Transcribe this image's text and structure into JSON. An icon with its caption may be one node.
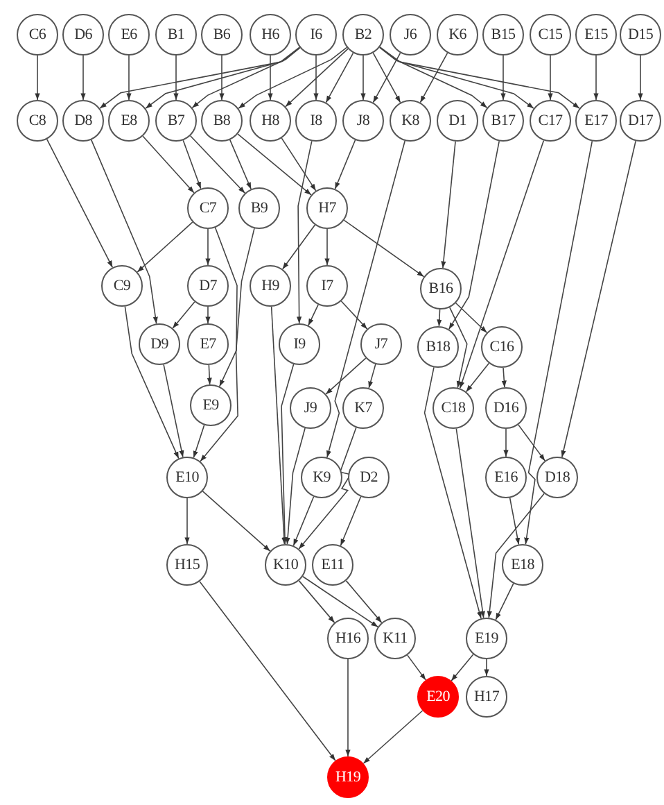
{
  "diagram": {
    "nodes": [
      {
        "text": [
          "C6"
        ]
      },
      {
        "text": [
          "D6"
        ]
      },
      {
        "text": [
          "E6"
        ]
      },
      {
        "text": [
          "B1"
        ]
      },
      {
        "text": [
          "B6"
        ]
      },
      {
        "text": [
          "H6"
        ]
      },
      {
        "text": [
          "I6"
        ]
      },
      {
        "text": [
          "B2"
        ]
      },
      {
        "text": [
          "J6"
        ]
      },
      {
        "text": [
          "K6"
        ]
      },
      {
        "text": [
          "B15"
        ]
      },
      {
        "text": [
          "C15"
        ]
      },
      {
        "text": [
          "E15"
        ]
      },
      {
        "text": [
          "D15"
        ]
      },
      {
        "text": [
          "C8"
        ]
      },
      {
        "text": [
          "D8"
        ]
      },
      {
        "text": [
          "E8"
        ]
      },
      {
        "text": [
          "B7"
        ]
      },
      {
        "text": [
          "B8"
        ]
      },
      {
        "text": [
          "H8"
        ]
      },
      {
        "text": [
          "I8"
        ]
      },
      {
        "text": [
          "J8"
        ]
      },
      {
        "text": [
          "K8"
        ]
      },
      {
        "text": [
          "D1"
        ]
      },
      {
        "text": [
          "B17"
        ]
      },
      {
        "text": [
          "C17"
        ]
      },
      {
        "text": [
          "E17"
        ]
      },
      {
        "text": [
          "D17"
        ]
      },
      {
        "text": [
          "C7"
        ]
      },
      {
        "text": [
          "B9"
        ]
      },
      {
        "text": [
          "H7"
        ]
      },
      {
        "text": [
          "C9"
        ]
      },
      {
        "text": [
          "D7"
        ]
      },
      {
        "text": [
          "H9"
        ]
      },
      {
        "text": [
          "I7"
        ]
      },
      {
        "text": [
          "B16"
        ]
      },
      {
        "text": [
          "D9"
        ]
      },
      {
        "text": [
          "E7"
        ]
      },
      {
        "text": [
          "I9"
        ]
      },
      {
        "text": [
          "J7"
        ]
      },
      {
        "text": [
          "B18"
        ]
      },
      {
        "text": [
          "C16"
        ]
      },
      {
        "text": [
          "E9"
        ]
      },
      {
        "text": [
          "J9"
        ]
      },
      {
        "text": [
          "K7"
        ]
      },
      {
        "text": [
          "C18"
        ]
      },
      {
        "text": [
          "D16"
        ]
      },
      {
        "text": [
          "E10"
        ]
      },
      {
        "text": [
          "K9"
        ]
      },
      {
        "text": [
          "D2"
        ]
      },
      {
        "text": [
          "E16"
        ]
      },
      {
        "text": [
          "D18"
        ]
      },
      {
        "text": [
          "H15"
        ]
      },
      {
        "text": [
          "K10"
        ]
      },
      {
        "text": [
          "E11"
        ]
      },
      {
        "text": [
          "E18"
        ]
      },
      {
        "text": [
          "H16"
        ]
      },
      {
        "text": [
          "K11"
        ]
      },
      {
        "text": [
          "E19"
        ]
      },
      {
        "text": [
          "E20"
        ]
      },
      {
        "text": [
          "H17"
        ]
      },
      {
        "text": [
          "H19"
        ]
      }
    ],
    "edges": [
      {
        "from": 0,
        "to": 14,
        "arrow": "to"
      },
      {
        "from": 1,
        "to": 15,
        "arrow": "to"
      },
      {
        "from": 2,
        "to": 16,
        "arrow": "to"
      },
      {
        "from": 3,
        "to": 17,
        "arrow": "to"
      },
      {
        "from": 4,
        "to": 18,
        "arrow": "to"
      },
      {
        "from": 5,
        "to": 19,
        "arrow": "to"
      },
      {
        "from": 6,
        "to": 15,
        "arrow": "to"
      },
      {
        "from": 6,
        "to": 16,
        "arrow": "to"
      },
      {
        "from": 6,
        "to": 17,
        "arrow": "to"
      },
      {
        "from": 6,
        "to": 20,
        "arrow": "to"
      },
      {
        "from": 7,
        "to": 18,
        "arrow": "to"
      },
      {
        "from": 7,
        "to": 19,
        "arrow": "to"
      },
      {
        "from": 7,
        "to": 20,
        "arrow": "to"
      },
      {
        "from": 7,
        "to": 21,
        "arrow": "to"
      },
      {
        "from": 7,
        "to": 22,
        "arrow": "to"
      },
      {
        "from": 7,
        "to": 24,
        "arrow": "to"
      },
      {
        "from": 7,
        "to": 25,
        "arrow": "to"
      },
      {
        "from": 7,
        "to": 26,
        "arrow": "to"
      },
      {
        "from": 8,
        "to": 21,
        "arrow": "to"
      },
      {
        "from": 9,
        "to": 22,
        "arrow": "to"
      },
      {
        "from": 10,
        "to": 24,
        "arrow": "to"
      },
      {
        "from": 11,
        "to": 25,
        "arrow": "to"
      },
      {
        "from": 12,
        "to": 26,
        "arrow": "to"
      },
      {
        "from": 13,
        "to": 27,
        "arrow": "to"
      },
      {
        "from": 14,
        "to": 31,
        "arrow": "to"
      },
      {
        "from": 15,
        "to": 36,
        "arrow": "to"
      },
      {
        "from": 16,
        "to": 28,
        "arrow": "to"
      },
      {
        "from": 17,
        "to": 28,
        "arrow": "to"
      },
      {
        "from": 17,
        "to": 29,
        "arrow": "to"
      },
      {
        "from": 18,
        "to": 29,
        "arrow": "to"
      },
      {
        "from": 18,
        "to": 30,
        "arrow": "to"
      },
      {
        "from": 19,
        "to": 30,
        "arrow": "to"
      },
      {
        "from": 20,
        "to": 38,
        "arrow": "to"
      },
      {
        "from": 21,
        "to": 30,
        "arrow": "to"
      },
      {
        "from": 22,
        "to": 48,
        "arrow": "to"
      },
      {
        "from": 23,
        "to": 35,
        "arrow": "to"
      },
      {
        "from": 24,
        "to": 40,
        "arrow": "to"
      },
      {
        "from": 25,
        "to": 45,
        "arrow": "to"
      },
      {
        "from": 26,
        "to": 55,
        "arrow": "to"
      },
      {
        "from": 27,
        "to": 51,
        "arrow": "to"
      },
      {
        "from": 28,
        "to": 31,
        "arrow": "to"
      },
      {
        "from": 28,
        "to": 32,
        "arrow": "to"
      },
      {
        "from": 28,
        "to": 42,
        "arrow": "to"
      },
      {
        "from": 29,
        "to": 47,
        "arrow": "to"
      },
      {
        "from": 30,
        "to": 33,
        "arrow": "to"
      },
      {
        "from": 30,
        "to": 34,
        "arrow": "to"
      },
      {
        "from": 30,
        "to": 35,
        "arrow": "to"
      },
      {
        "from": 31,
        "to": 47,
        "arrow": "to"
      },
      {
        "from": 32,
        "to": 36,
        "arrow": "to"
      },
      {
        "from": 32,
        "to": 37,
        "arrow": "to"
      },
      {
        "from": 33,
        "to": 53,
        "arrow": "to"
      },
      {
        "from": 34,
        "to": 38,
        "arrow": "to"
      },
      {
        "from": 34,
        "to": 39,
        "arrow": "to"
      },
      {
        "from": 35,
        "to": 40,
        "arrow": "to"
      },
      {
        "from": 35,
        "to": 41,
        "arrow": "to"
      },
      {
        "from": 35,
        "to": 45,
        "arrow": "to"
      },
      {
        "from": 36,
        "to": 47,
        "arrow": "to"
      },
      {
        "from": 37,
        "to": 42,
        "arrow": "to"
      },
      {
        "from": 38,
        "to": 53,
        "arrow": "to"
      },
      {
        "from": 39,
        "to": 43,
        "arrow": "to"
      },
      {
        "from": 39,
        "to": 44,
        "arrow": "to"
      },
      {
        "from": 40,
        "to": 58,
        "arrow": "to"
      },
      {
        "from": 41,
        "to": 45,
        "arrow": "to"
      },
      {
        "from": 41,
        "to": 46,
        "arrow": "to"
      },
      {
        "from": 42,
        "to": 47,
        "arrow": "to"
      },
      {
        "from": 43,
        "to": 53,
        "arrow": "to"
      },
      {
        "from": 44,
        "to": 53,
        "arrow": "to"
      },
      {
        "from": 45,
        "to": 58,
        "arrow": "to"
      },
      {
        "from": 46,
        "to": 50,
        "arrow": "to"
      },
      {
        "from": 46,
        "to": 51,
        "arrow": "to"
      },
      {
        "from": 47,
        "to": 52,
        "arrow": "to"
      },
      {
        "from": 47,
        "to": 53,
        "arrow": "to"
      },
      {
        "from": 48,
        "to": 53,
        "arrow": "to"
      },
      {
        "from": 49,
        "to": 54,
        "arrow": "to"
      },
      {
        "from": 50,
        "to": 55,
        "arrow": "to"
      },
      {
        "from": 51,
        "to": 58,
        "arrow": "to"
      },
      {
        "from": 52,
        "to": 61,
        "arrow": "to"
      },
      {
        "from": 53,
        "to": 56,
        "arrow": "to"
      },
      {
        "from": 53,
        "to": 57,
        "arrow": "to"
      },
      {
        "from": 54,
        "to": 57,
        "arrow": "to"
      },
      {
        "from": 55,
        "to": 58,
        "arrow": "to"
      },
      {
        "from": 56,
        "to": 61,
        "arrow": "to"
      },
      {
        "from": 57,
        "to": 59,
        "arrow": "to"
      },
      {
        "from": 58,
        "to": 59,
        "arrow": "to"
      },
      {
        "from": 58,
        "to": 60,
        "arrow": "to"
      },
      {
        "from": 59,
        "to": 61,
        "arrow": "to"
      }
    ]
  }
}
